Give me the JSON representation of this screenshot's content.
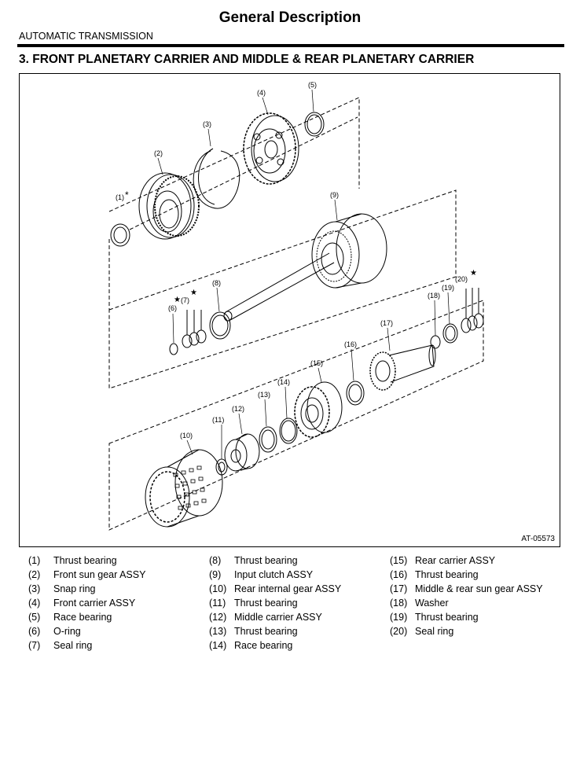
{
  "header": {
    "title": "General Description",
    "section": "AUTOMATIC TRANSMISSION",
    "heading": "3.  FRONT PLANETARY CARRIER AND MIDDLE & REAR PLANETARY CARRIER"
  },
  "figure": {
    "id": "AT-05573",
    "callouts": {
      "c1": "(1)",
      "c2": "(2)",
      "c3": "(3)",
      "c4": "(4)",
      "c5": "(5)",
      "c6": "(6)",
      "c7": "(7)",
      "c8": "(8)",
      "c9": "(9)",
      "c10": "(10)",
      "c11": "(11)",
      "c12": "(12)",
      "c13": "(13)",
      "c14": "(14)",
      "c15": "(15)",
      "c16": "(16)",
      "c17": "(17)",
      "c18": "(18)",
      "c19": "(19)",
      "c20": "(20)"
    },
    "marks": {
      "asterisk": "*",
      "star": "★"
    }
  },
  "legend": {
    "col1": [
      {
        "num": "(1)",
        "text": "Thrust bearing"
      },
      {
        "num": "(2)",
        "text": "Front sun gear ASSY"
      },
      {
        "num": "(3)",
        "text": "Snap ring"
      },
      {
        "num": "(4)",
        "text": "Front carrier ASSY"
      },
      {
        "num": "(5)",
        "text": "Race bearing"
      },
      {
        "num": "(6)",
        "text": "O-ring"
      },
      {
        "num": "(7)",
        "text": "Seal ring"
      }
    ],
    "col2": [
      {
        "num": "(8)",
        "text": "Thrust bearing"
      },
      {
        "num": "(9)",
        "text": "Input clutch ASSY"
      },
      {
        "num": "(10)",
        "text": "Rear internal gear ASSY"
      },
      {
        "num": "(11)",
        "text": "Thrust bearing"
      },
      {
        "num": "(12)",
        "text": "Middle carrier ASSY"
      },
      {
        "num": "(13)",
        "text": "Thrust bearing"
      },
      {
        "num": "(14)",
        "text": "Race bearing"
      }
    ],
    "col3": [
      {
        "num": "(15)",
        "text": "Rear carrier ASSY"
      },
      {
        "num": "(16)",
        "text": "Thrust bearing"
      },
      {
        "num": "(17)",
        "text": "Middle & rear sun gear ASSY"
      },
      {
        "num": "(18)",
        "text": "Washer"
      },
      {
        "num": "(19)",
        "text": "Thrust bearing"
      },
      {
        "num": "(20)",
        "text": "Seal ring"
      }
    ]
  }
}
